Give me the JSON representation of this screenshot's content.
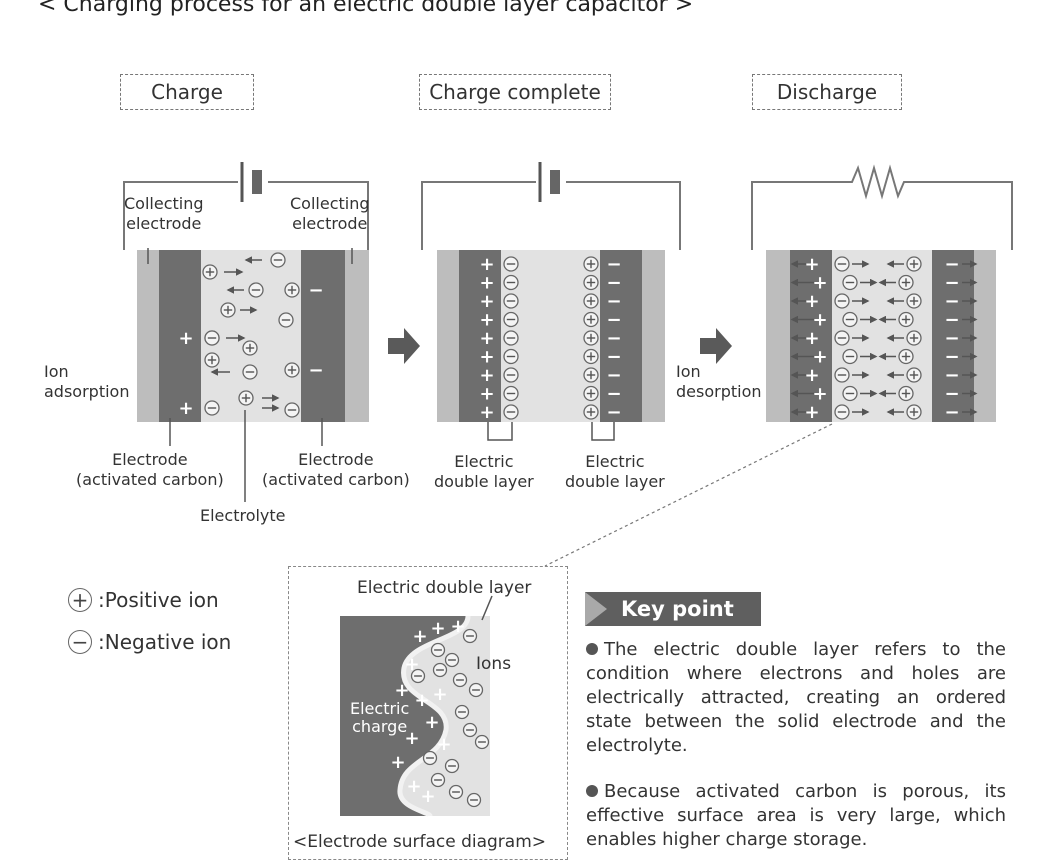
{
  "title": "< Charging process for an electric double layer capacitor >",
  "stages": {
    "charge": "Charge",
    "complete": "Charge complete",
    "discharge": "Discharge"
  },
  "labels": {
    "collecting_left": "Collecting\nelectrode",
    "collecting_right": "Collecting\nelectrode",
    "ion_adsorption": "Ion\nadsorption",
    "electrode_left": "Electrode\n(activated carbon)",
    "electrode_right": "Electrode\n(activated carbon)",
    "electrolyte": "Electrolyte",
    "edl_left": "Electric\ndouble layer",
    "edl_right": "Electric\ndouble layer",
    "ion_desorption": "Ion\ndesorption"
  },
  "legend": {
    "positive": ":Positive ion",
    "negative": ":Negative ion",
    "positive_symbol": "+",
    "negative_symbol": "−"
  },
  "inset": {
    "title": "Electric double layer",
    "ions": "Ions",
    "charge": "Electric\ncharge",
    "caption": "<Electrode surface diagram>"
  },
  "key_point": {
    "heading": "Key point",
    "para1": "The electric double layer refers to the condition where electrons and holes are electrically attracted, creating an ordered state between the solid electrode and the electrolyte.",
    "para2": "Because activated carbon is porous, its effective surface area is very large, which enables higher charge storage."
  },
  "colors": {
    "electrode_dark": "#6e6e6e",
    "collector_light": "#bdbdbd",
    "electrolyte": "#e2e2e2",
    "wire": "#777777",
    "accent_arrow": "#5a5a5a"
  }
}
